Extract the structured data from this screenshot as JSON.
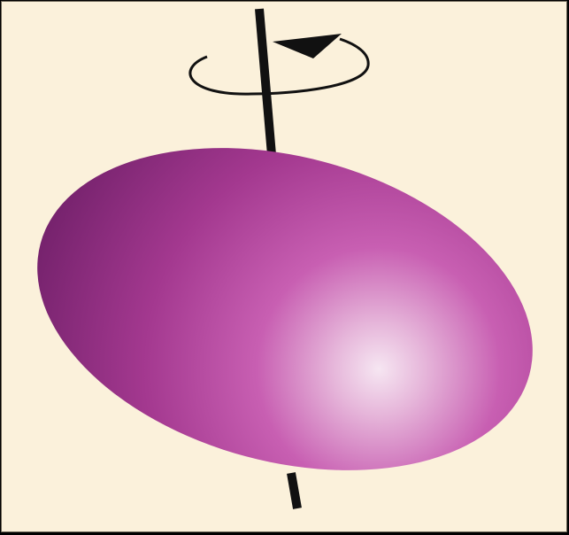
{
  "figure": {
    "subject": "rotating-ellipsoid",
    "icon_names": [
      "rotation-axis",
      "rotation-arrow-icon",
      "ellipsoid"
    ],
    "colors": {
      "background": "#fbf1db",
      "border": "#6a6456",
      "axis": "#111111",
      "ellipsoid_highlight": "#f6e6f2",
      "ellipsoid_mid": "#c85fb2",
      "ellipsoid_base": "#a3388f",
      "ellipsoid_shadow": "#6f1f68"
    }
  }
}
